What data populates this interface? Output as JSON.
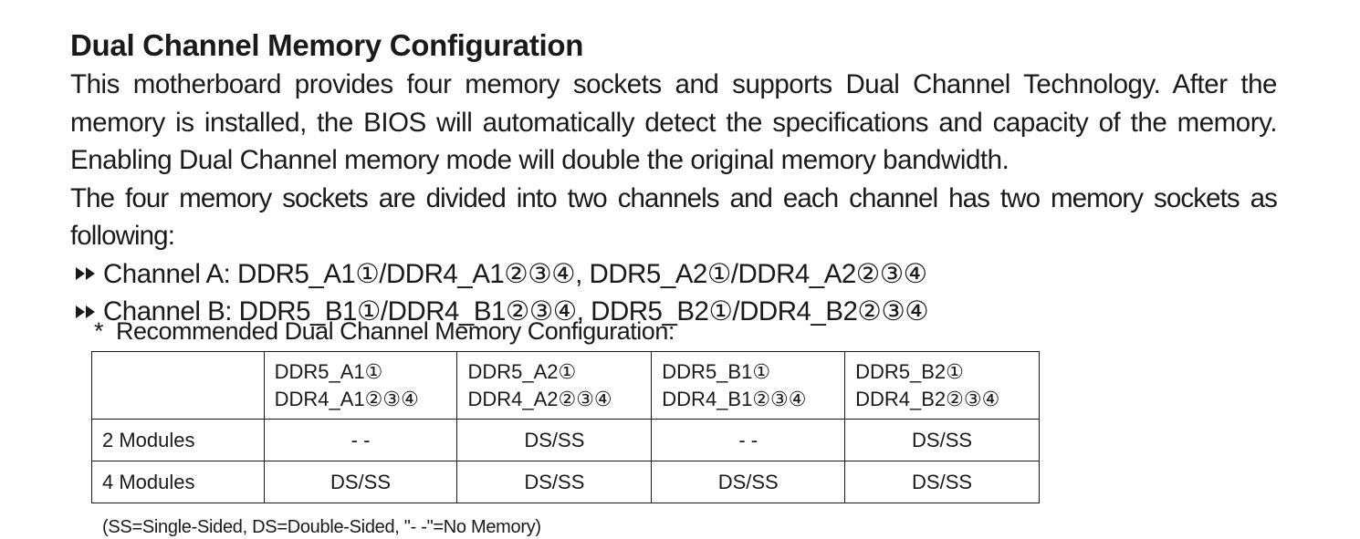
{
  "heading": "Dual Channel Memory Configuration",
  "intro_paragraph": "This motherboard provides four memory sockets and supports Dual Channel Technology. After the memory is installed, the BIOS will automatically detect the specifications and capacity of the memory. Enabling Dual Channel memory mode will double the original memory bandwidth.",
  "division_paragraph": "The four memory sockets are divided into two channels and each channel has two memory sockets as following:",
  "channels": [
    {
      "text": "Channel A: DDR5_A1①/DDR4_A1②③④, DDR5_A2①/DDR4_A2②③④"
    },
    {
      "text": "Channel B: DDR5_B1①/DDR4_B1②③④, DDR5_B2①/DDR4_B2②③④"
    }
  ],
  "bullet_icon": "double-right-arrow",
  "recommendation": {
    "marker": "*",
    "title": "Recommended Dual Channel Memory Configuration:"
  },
  "table": {
    "corner": "",
    "columns": [
      {
        "ddr5": "DDR5_A1①",
        "ddr4": "DDR4_A1②③④"
      },
      {
        "ddr5": "DDR5_A2①",
        "ddr4": "DDR4_A2②③④"
      },
      {
        "ddr5": "DDR5_B1①",
        "ddr4": "DDR4_B1②③④"
      },
      {
        "ddr5": "DDR5_B2①",
        "ddr4": "DDR4_B2②③④"
      }
    ],
    "rows": [
      {
        "label": "2 Modules",
        "cells": [
          "- -",
          "DS/SS",
          "- -",
          "DS/SS"
        ]
      },
      {
        "label": "4 Modules",
        "cells": [
          "DS/SS",
          "DS/SS",
          "DS/SS",
          "DS/SS"
        ]
      }
    ]
  },
  "legend": "(SS=Single-Sided, DS=Double-Sided, \"- -\"=No Memory)"
}
